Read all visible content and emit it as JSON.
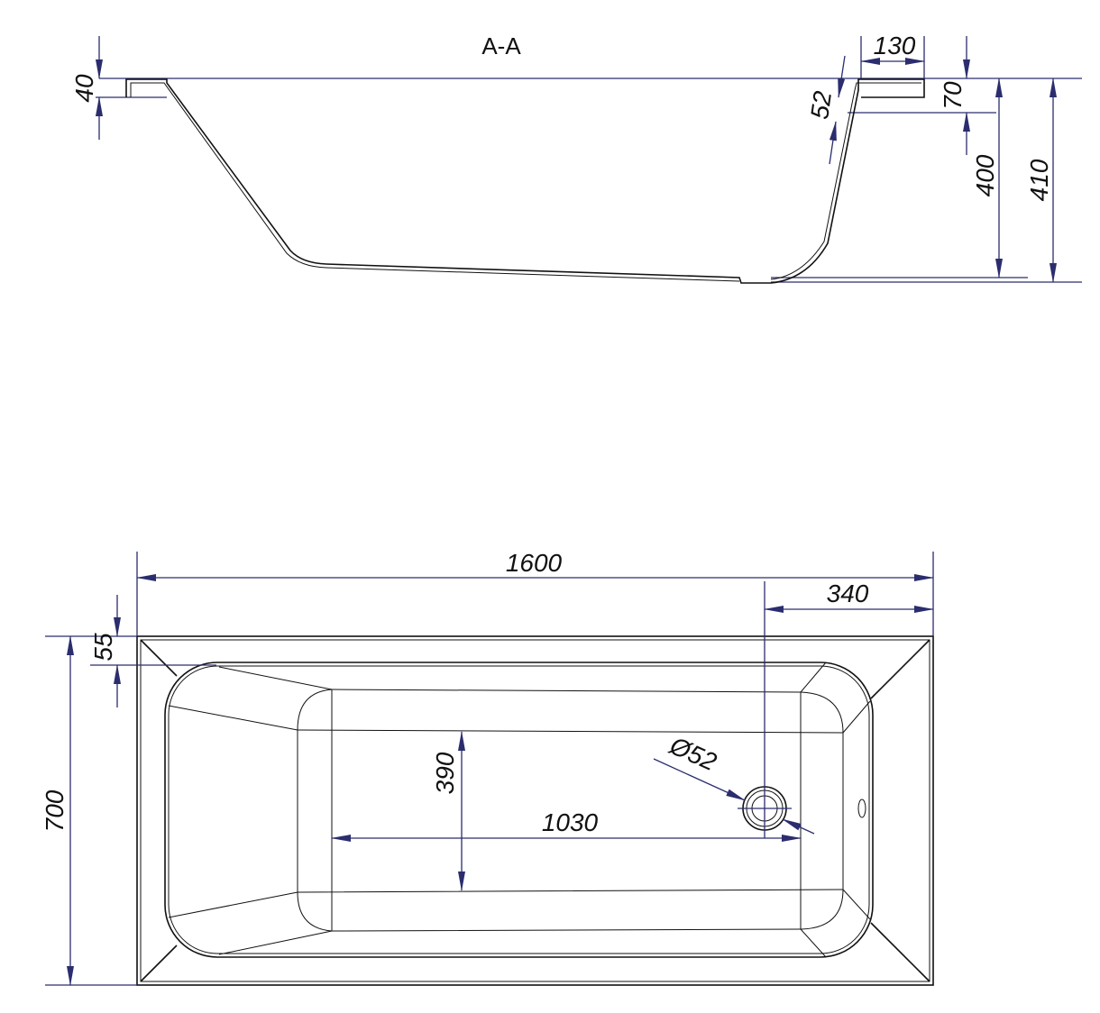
{
  "section": {
    "title": "A-A",
    "dims": {
      "rim_height": "40",
      "rim_width": "130",
      "wall": "52",
      "rim_depth": "70",
      "inner_depth": "400",
      "total_depth": "410"
    }
  },
  "plan": {
    "dims": {
      "length": "1600",
      "drain_offset": "340",
      "rim_offset": "55",
      "width": "700",
      "bottom_width": "390",
      "bottom_length": "1030",
      "drain_diameter": "Ø52"
    }
  },
  "colors": {
    "dimension": "#2b2d6e",
    "outline": "#111111"
  }
}
